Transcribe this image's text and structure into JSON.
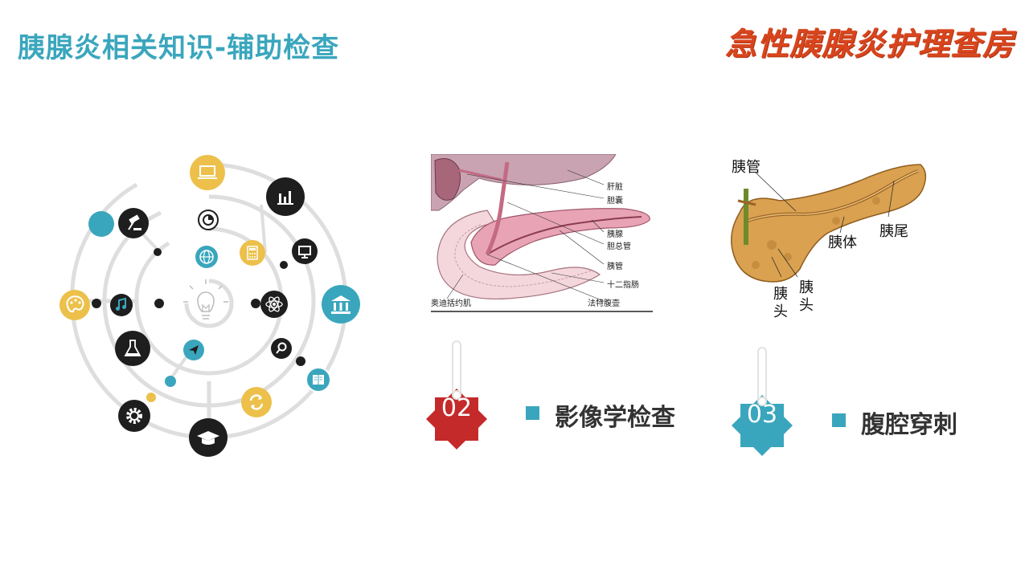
{
  "slide": {
    "title": "胰腺炎相关知识-辅助检查",
    "brand_title": "急性胰腺炎护理查房"
  },
  "anatomy_left": {
    "labels": [
      "肝脏",
      "胆囊",
      "胰腺",
      "胆总管",
      "胰管",
      "十二指肠",
      "法特腹壶",
      "奥迪括约肌"
    ]
  },
  "anatomy_right": {
    "labels": {
      "duct": "胰管",
      "body": "胰体",
      "tail": "胰尾",
      "head1": "胰头",
      "head2": "胰头"
    }
  },
  "items": [
    {
      "number": "02",
      "label": "影像学检查",
      "color": "#c52a2a"
    },
    {
      "number": "03",
      "label": "腹腔穿刺",
      "color": "#3aa6bd"
    }
  ],
  "colors": {
    "teal": "#3aa6bd",
    "yellow": "#ecc04a",
    "black": "#1e1e1e",
    "red": "#c52a2a",
    "orange": "#d8451d"
  },
  "icons": [
    "laptop-icon",
    "pie-chart-icon",
    "bar-chart-icon",
    "gavel-icon",
    "globe-icon",
    "calculator-icon",
    "monitor-icon",
    "music-icon",
    "lightbulb-icon",
    "atom-icon",
    "bank-icon",
    "palette-icon",
    "paper-plane-icon",
    "magnifier-icon",
    "flask-icon",
    "book-icon",
    "refresh-icon",
    "gear-icon",
    "graduation-cap-icon"
  ]
}
